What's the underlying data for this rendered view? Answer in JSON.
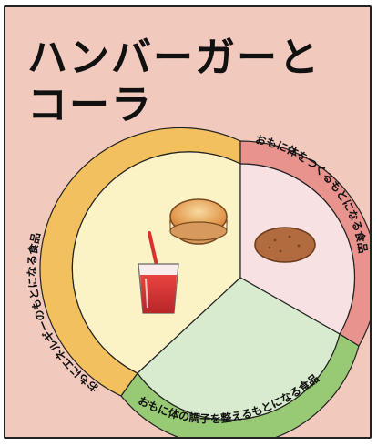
{
  "card": {
    "title_lines": [
      "ハンバーガーと",
      "コーラ"
    ]
  },
  "diagram": {
    "segments": [
      {
        "id": "yellow",
        "label": "おもにエネルギーのもとになる食品",
        "color": "#fbf3c6",
        "rim_color": "#f2c05e"
      },
      {
        "id": "pink",
        "label": "おもに体をつくるもとになる食品",
        "color": "#f8e1e3",
        "rim_color": "#e9938f"
      },
      {
        "id": "green",
        "label": "おもに体の調子を整えるもとになる食品",
        "color": "#d8ebcf",
        "rim_color": "#98c975"
      }
    ],
    "foods": [
      {
        "name": "bun-icon",
        "segment": "yellow"
      },
      {
        "name": "cola-glass-icon",
        "segment": "yellow"
      },
      {
        "name": "patty-icon",
        "segment": "pink"
      }
    ]
  }
}
